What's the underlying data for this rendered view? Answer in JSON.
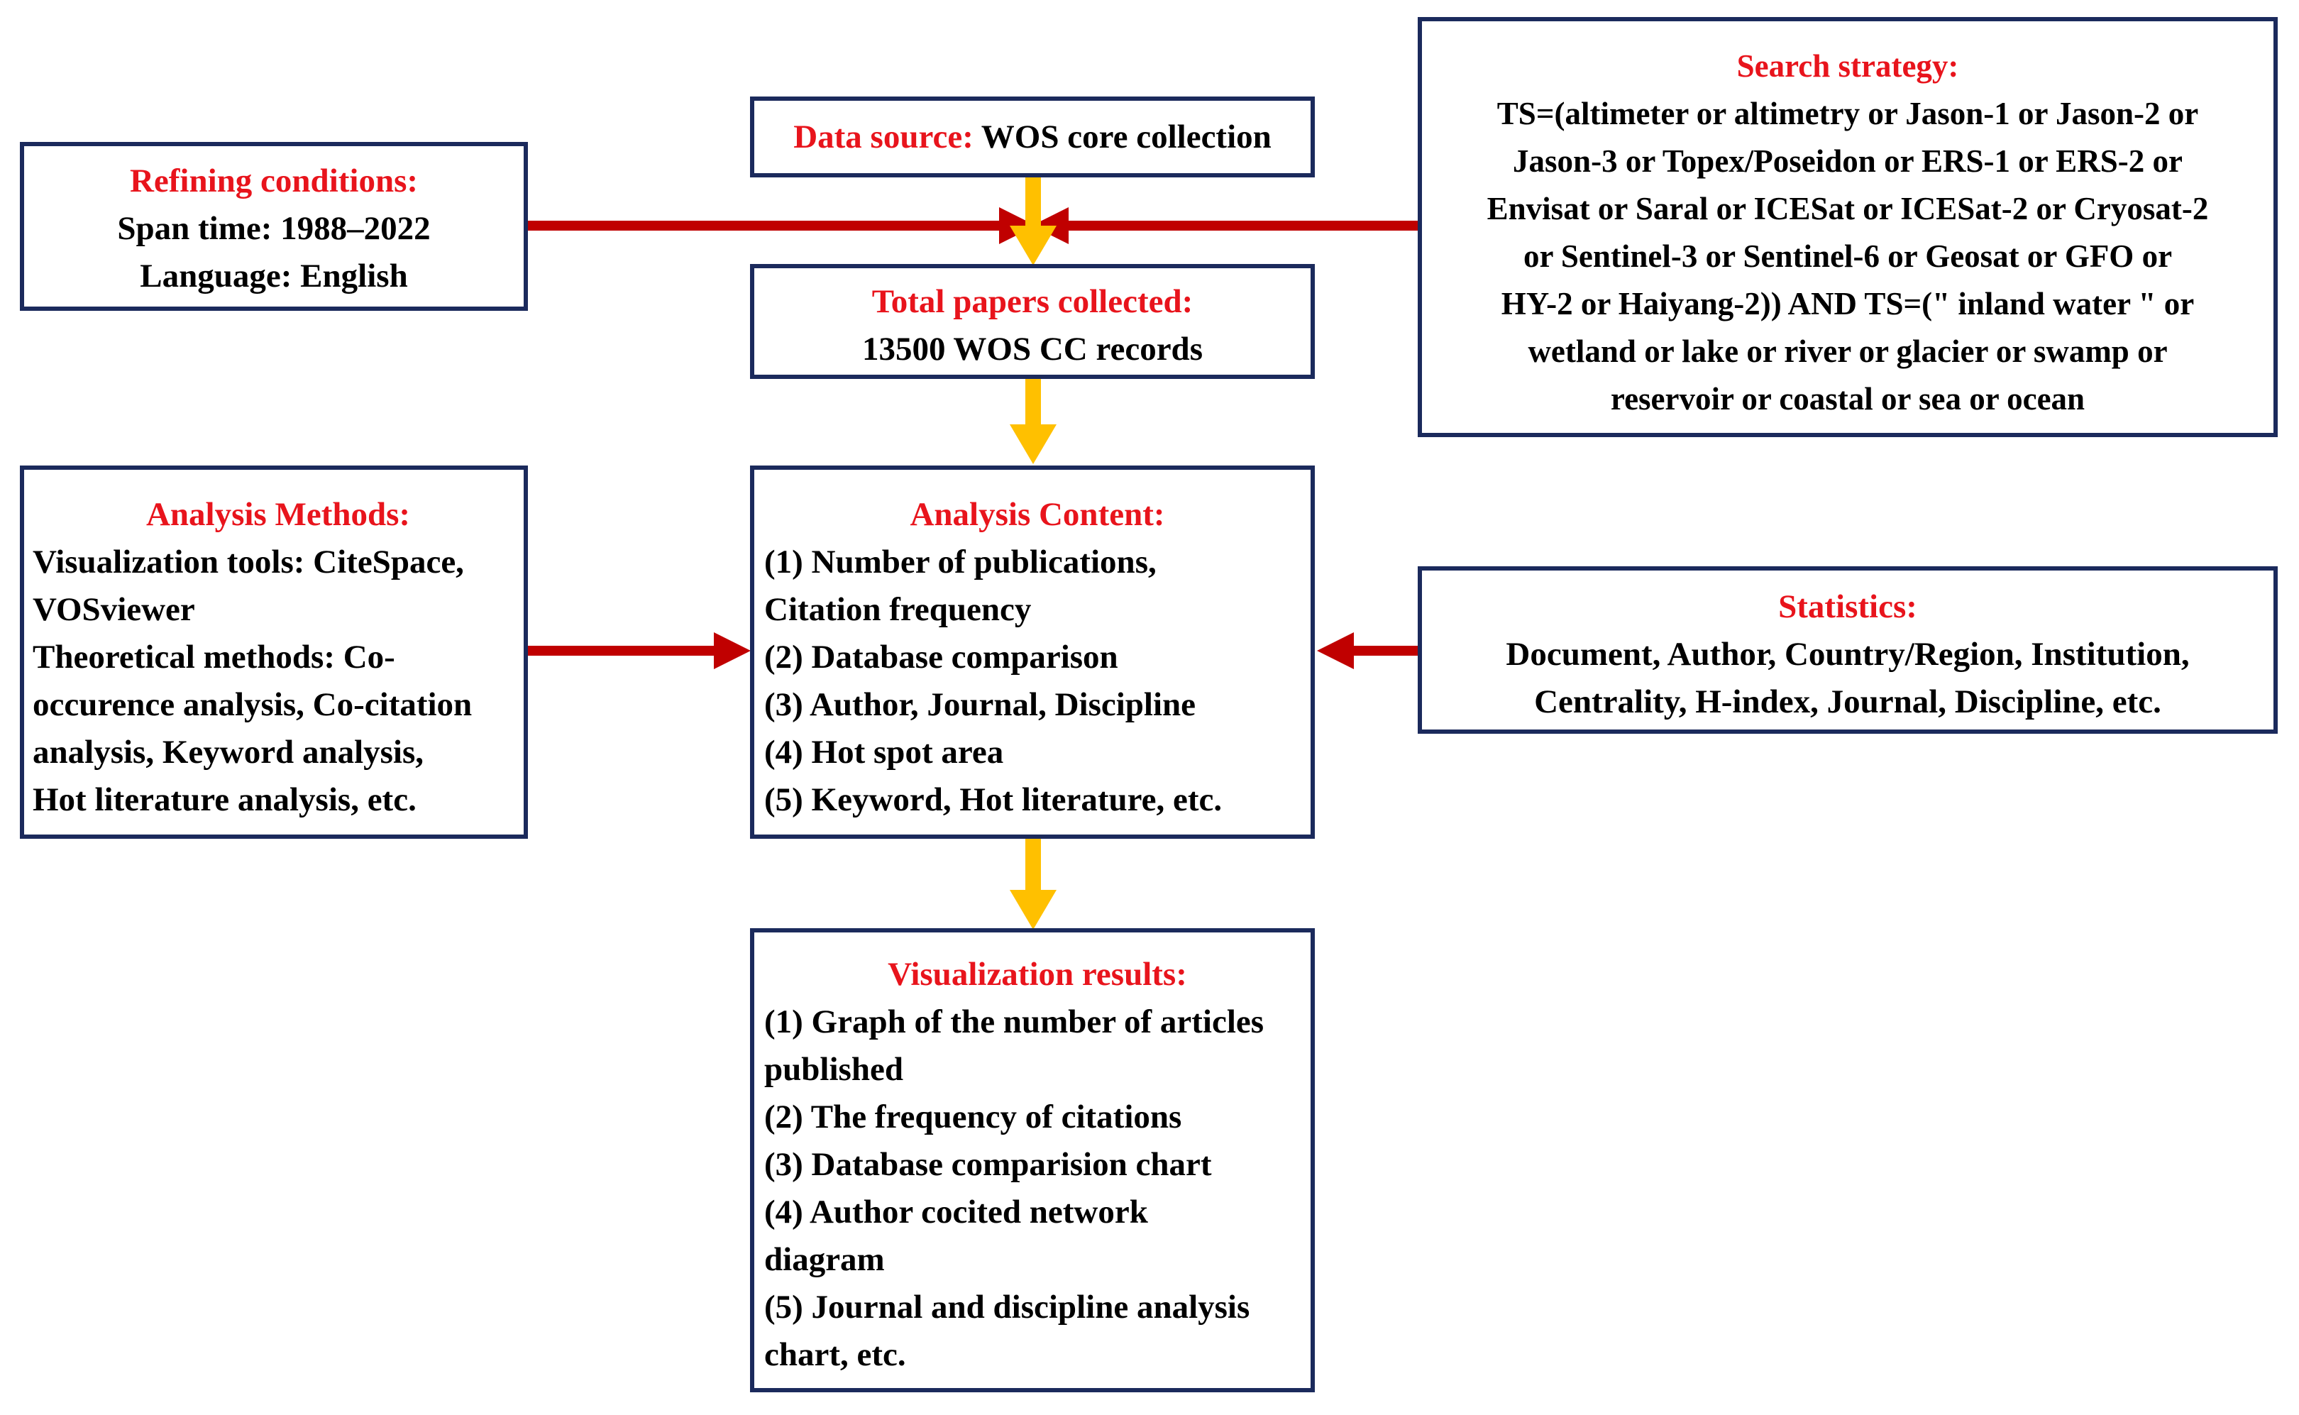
{
  "data_source": {
    "label": "Data source:",
    "value": "WOS core collection"
  },
  "refining": {
    "title": "Refining conditions:",
    "lines": [
      "Span time: 1988–2022",
      "Language: English"
    ]
  },
  "search": {
    "title": "Search strategy:",
    "lines": [
      "TS=(altimeter or altimetry or Jason-1 or Jason-2 or",
      "Jason-3 or Topex/Poseidon or ERS-1 or ERS-2 or",
      "Envisat or Saral or ICESat or ICESat-2 or Cryosat-2",
      "or Sentinel-3 or Sentinel-6 or Geosat or GFO or",
      "HY-2 or Haiyang-2)) AND TS=(\" inland water \" or",
      "wetland or lake or river or glacier or swamp or",
      "reservoir or coastal or sea or ocean"
    ]
  },
  "total": {
    "title": "Total papers collected:",
    "lines": [
      "13500 WOS CC records"
    ]
  },
  "methods": {
    "title": "Analysis Methods:",
    "lines": [
      "Visualization tools: CiteSpace,",
      "VOSviewer",
      "Theoretical methods: Co-",
      "occurence analysis, Co-citation",
      "analysis, Keyword analysis,",
      "Hot literature analysis, etc."
    ]
  },
  "content": {
    "title": "Analysis Content:",
    "lines": [
      "(1) Number of publications,",
      "Citation frequency",
      "(2) Database comparison",
      "(3) Author, Journal, Discipline",
      "(4) Hot spot area",
      "(5) Keyword, Hot literature, etc."
    ]
  },
  "statistics": {
    "title": "Statistics:",
    "lines": [
      "Document, Author, Country/Region, Institution,",
      "Centrality, H-index, Journal, Discipline, etc."
    ]
  },
  "results": {
    "title": "Visualization results:",
    "lines": [
      "(1) Graph of the number of articles",
      "published",
      "(2) The frequency of citations",
      "(3) Database comparision chart",
      "(4) Author cocited network",
      "diagram",
      "(5) Journal and discipline analysis",
      "chart, etc."
    ]
  },
  "colors": {
    "heading": "#e8141c",
    "border": "#1b2a5c",
    "red_arrow": "#c00000",
    "yellow_arrow": "#ffc000"
  }
}
